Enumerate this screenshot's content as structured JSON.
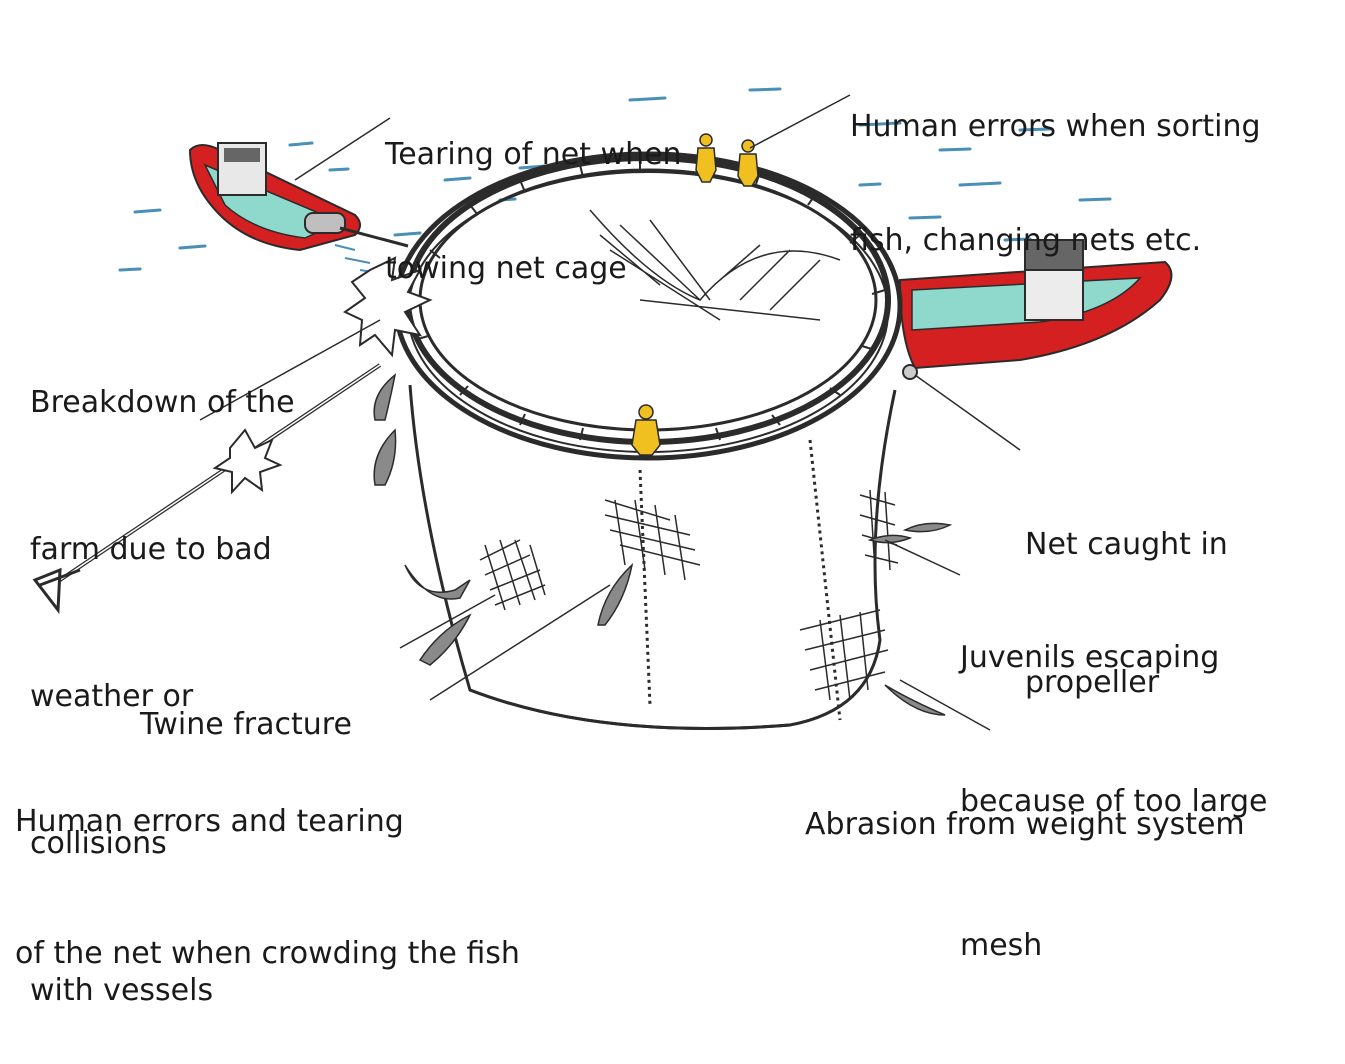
{
  "labels": {
    "tearing_towing": [
      "Tearing of net when",
      "towing net cage"
    ],
    "human_errors_sorting": [
      "Human errors when sorting",
      "fish, changing nets etc."
    ],
    "breakdown": [
      "Breakdown of the",
      "farm due to bad",
      "weather or",
      "collisions",
      "with vessels"
    ],
    "net_propeller": [
      "Net caught in",
      "propeller"
    ],
    "juvenils": [
      "Juvenils escaping",
      "because of too large",
      "mesh"
    ],
    "twine_fracture": [
      "Twine fracture"
    ],
    "human_errors_crowding": [
      "Human errors and tearing",
      "of the net when crowding the fish"
    ],
    "abrasion": [
      "Abrasion from weight system"
    ]
  },
  "colors": {
    "boat_red": "#d42020",
    "boat_deck": "#8fd8cc",
    "worker_yellow": "#f0c020",
    "water": "#4a8fb8",
    "outline": "#2b2b2b"
  }
}
